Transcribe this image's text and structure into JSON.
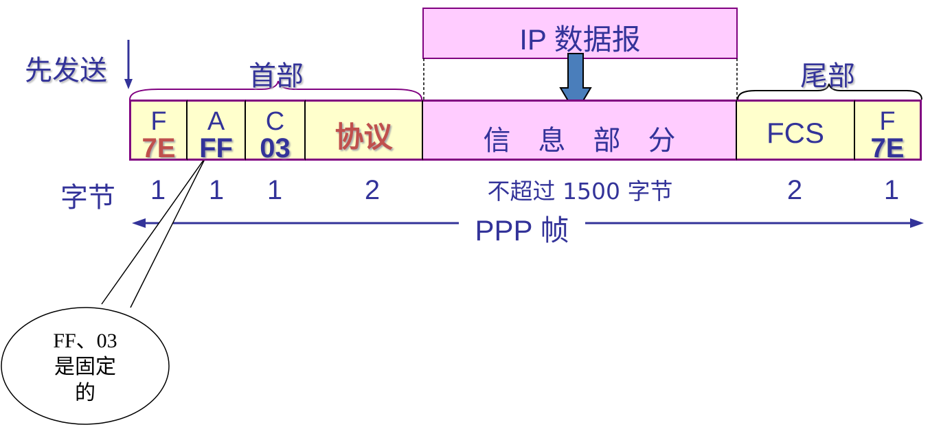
{
  "send_first": "先发送",
  "header_label": "首部",
  "trailer_label": "尾部",
  "ip_datagram": "IP 数据报",
  "fields": [
    {
      "name": "F",
      "value": "7E"
    },
    {
      "name": "A",
      "value": "FF"
    },
    {
      "name": "C",
      "value": "03"
    },
    {
      "name": "协议"
    },
    {
      "name": "信　息　部　分"
    },
    {
      "name": "FCS"
    },
    {
      "name": "F",
      "value": "7E"
    }
  ],
  "bytes_label": "字节",
  "bytes": [
    "1",
    "1",
    "1",
    "2",
    "不超过 1500 字节",
    "2",
    "1"
  ],
  "frame_label": "PPP 帧",
  "callout": {
    "line1": "FF、03",
    "line2": "是固定",
    "line3": "的"
  },
  "colors": {
    "text": "#333399",
    "accent": "#c0504d",
    "header_fill": "#ffffcc",
    "info_fill": "#ffccff",
    "border": "#800080"
  }
}
